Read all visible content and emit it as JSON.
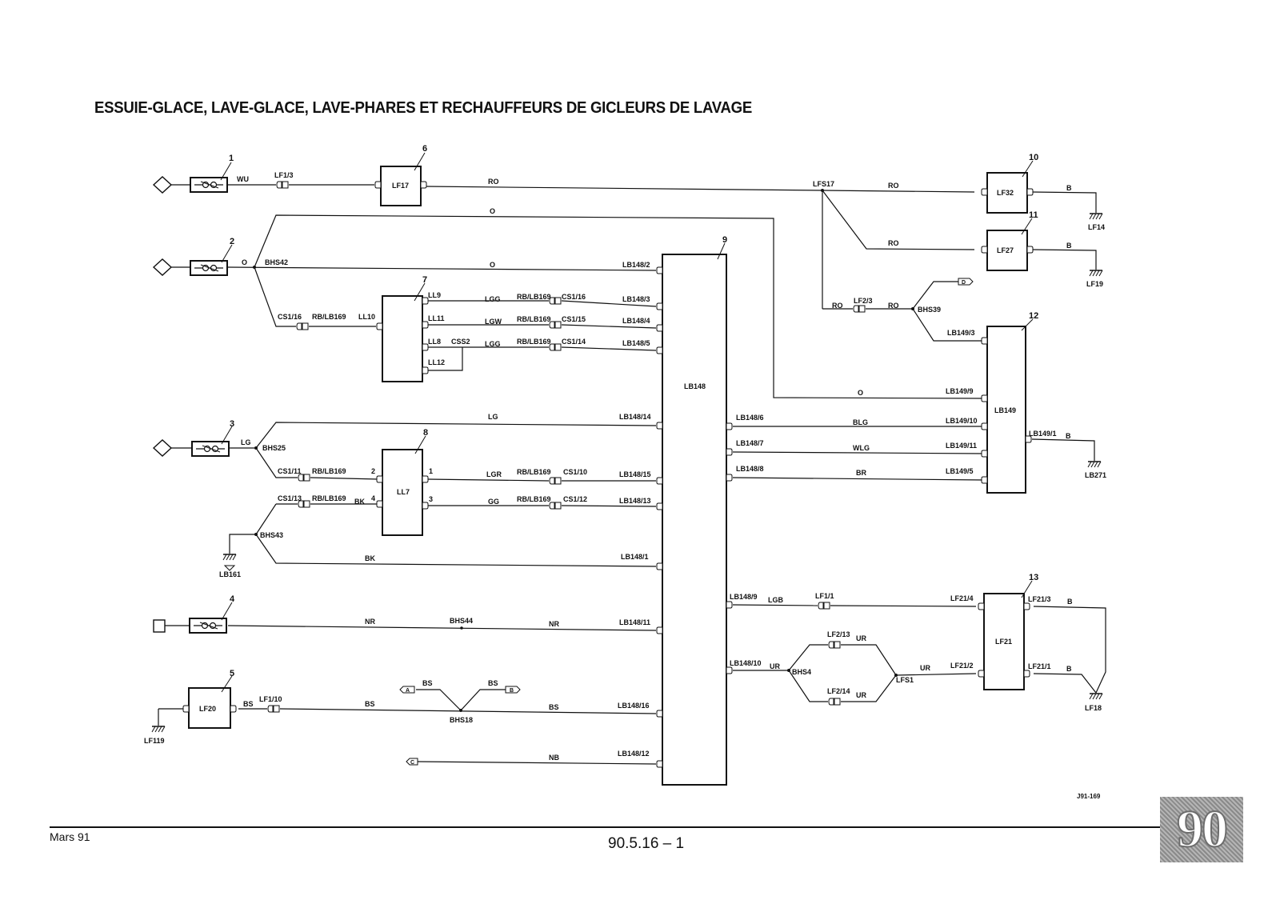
{
  "title": "ESSUIE-GLACE, LAVE-GLACE, LAVE-PHARES ET RECHAUFFEURS DE GICLEURS DE LAVAGE",
  "footer": {
    "date": "Mars 91",
    "page_ref": "90.5.16 – 1",
    "section": "90",
    "drawing_ref": "J91-169"
  },
  "components": {
    "c1": "1",
    "c2": "2",
    "c3": "3",
    "c4": "4",
    "c5": "5",
    "c6": "6",
    "c7": "7",
    "c8": "8",
    "c9": "9",
    "c10": "10",
    "c11": "11",
    "c12": "12",
    "c13": "13"
  },
  "boxes": {
    "lf17": "LF17",
    "ll_unit": "",
    "ll7": "LL7",
    "lb148": "LB148",
    "lf20": "LF20",
    "lf32": "LF32",
    "lf27": "LF27",
    "lb149": "LB149",
    "lf21": "LF21"
  },
  "labels": {
    "wu": "WU",
    "lf1_3": "LF1/3",
    "ro_top": "RO",
    "lfs17": "LFS17",
    "ro_lf32": "RO",
    "b_lf32": "B",
    "lf14": "LF14",
    "o_top": "O",
    "ro_lf27": "RO",
    "b_lf27": "B",
    "lf19": "LF19",
    "o_2": "O",
    "bhs42": "BHS42",
    "o_mid": "O",
    "lb148_2": "LB148/2",
    "ll9": "LL9",
    "lgg_1": "LGG",
    "rb_lb169_1": "RB/LB169",
    "cs1_16a": "CS1/16",
    "lb148_3": "LB148/3",
    "ro_lf2": "RO",
    "lf2_3": "LF2/3",
    "ro_bhs39": "RO",
    "bhs39": "BHS39",
    "d_conn": "D",
    "cs1_16b": "CS1/16",
    "rb_lb169_2": "RB/LB169",
    "ll10": "LL10",
    "ll11": "LL11",
    "lgw": "LGW",
    "rb_lb169_3": "RB/LB169",
    "cs1_15": "CS1/15",
    "lb148_4": "LB148/4",
    "lb149_3": "LB149/3",
    "ll8": "LL8",
    "css2": "CSS2",
    "lgg_2": "LGG",
    "rb_lb169_4": "RB/LB169",
    "cs1_14": "CS1/14",
    "lb148_5": "LB148/5",
    "ll12": "LL12",
    "o_lb149": "O",
    "lb149_9": "LB149/9",
    "lg_top": "LG",
    "lb148_14": "LB148/14",
    "lb148_6": "LB148/6",
    "blg": "BLG",
    "lb149_10": "LB149/10",
    "lg_3": "LG",
    "bhs25": "BHS25",
    "lb148_7": "LB148/7",
    "wlg": "WLG",
    "lb149_11": "LB149/11",
    "lb149_1": "LB149/1",
    "b_lb149": "B",
    "cs1_11": "CS1/11",
    "rb_lb169_5": "RB/LB169",
    "pin2": "2",
    "pin1": "1",
    "lgr": "LGR",
    "rb_lb169_6": "RB/LB169",
    "cs1_10": "CS1/10",
    "lb148_15": "LB148/15",
    "lb148_8": "LB148/8",
    "br": "BR",
    "lb149_5": "LB149/5",
    "lb271": "LB271",
    "cs1_13": "CS1/13",
    "rb_lb169_7": "RB/LB169",
    "bk_pin": "BK",
    "pin4": "4",
    "pin3": "3",
    "gg": "GG",
    "rb_lb169_8": "RB/LB169",
    "cs1_12": "CS1/12",
    "lb148_13": "LB148/13",
    "bhs43": "BHS43",
    "bk": "BK",
    "lb148_1": "LB148/1",
    "lb161": "LB161",
    "lb148_9": "LB148/9",
    "lgb": "LGB",
    "lf1_1": "LF1/1",
    "lf21_4": "LF21/4",
    "lf21_3": "LF21/3",
    "b_lf21a": "B",
    "nr_1": "NR",
    "bhs44": "BHS44",
    "nr_2": "NR",
    "lb148_11": "LB148/11",
    "lf2_13": "LF2/13",
    "ur_1": "UR",
    "lb148_10": "LB148/10",
    "ur_2": "UR",
    "bhs4": "BHS4",
    "lfs1": "LFS1",
    "ur_3": "UR",
    "lf21_2": "LF21/2",
    "lf21_1": "LF21/1",
    "b_lf21b": "B",
    "bs_a": "BS",
    "a_conn": "A",
    "bs_b": "BS",
    "b_conn": "B",
    "lf2_14": "LF2/14",
    "ur_4": "UR",
    "lf18": "LF18",
    "bs_1": "BS",
    "lf1_10": "LF1/10",
    "bs_2": "BS",
    "bs_3": "BS",
    "lb148_16": "LB148/16",
    "bhs18": "BHS18",
    "lf119": "LF119",
    "c_conn": "C",
    "nb": "NB",
    "lb148_12": "LB148/12"
  }
}
